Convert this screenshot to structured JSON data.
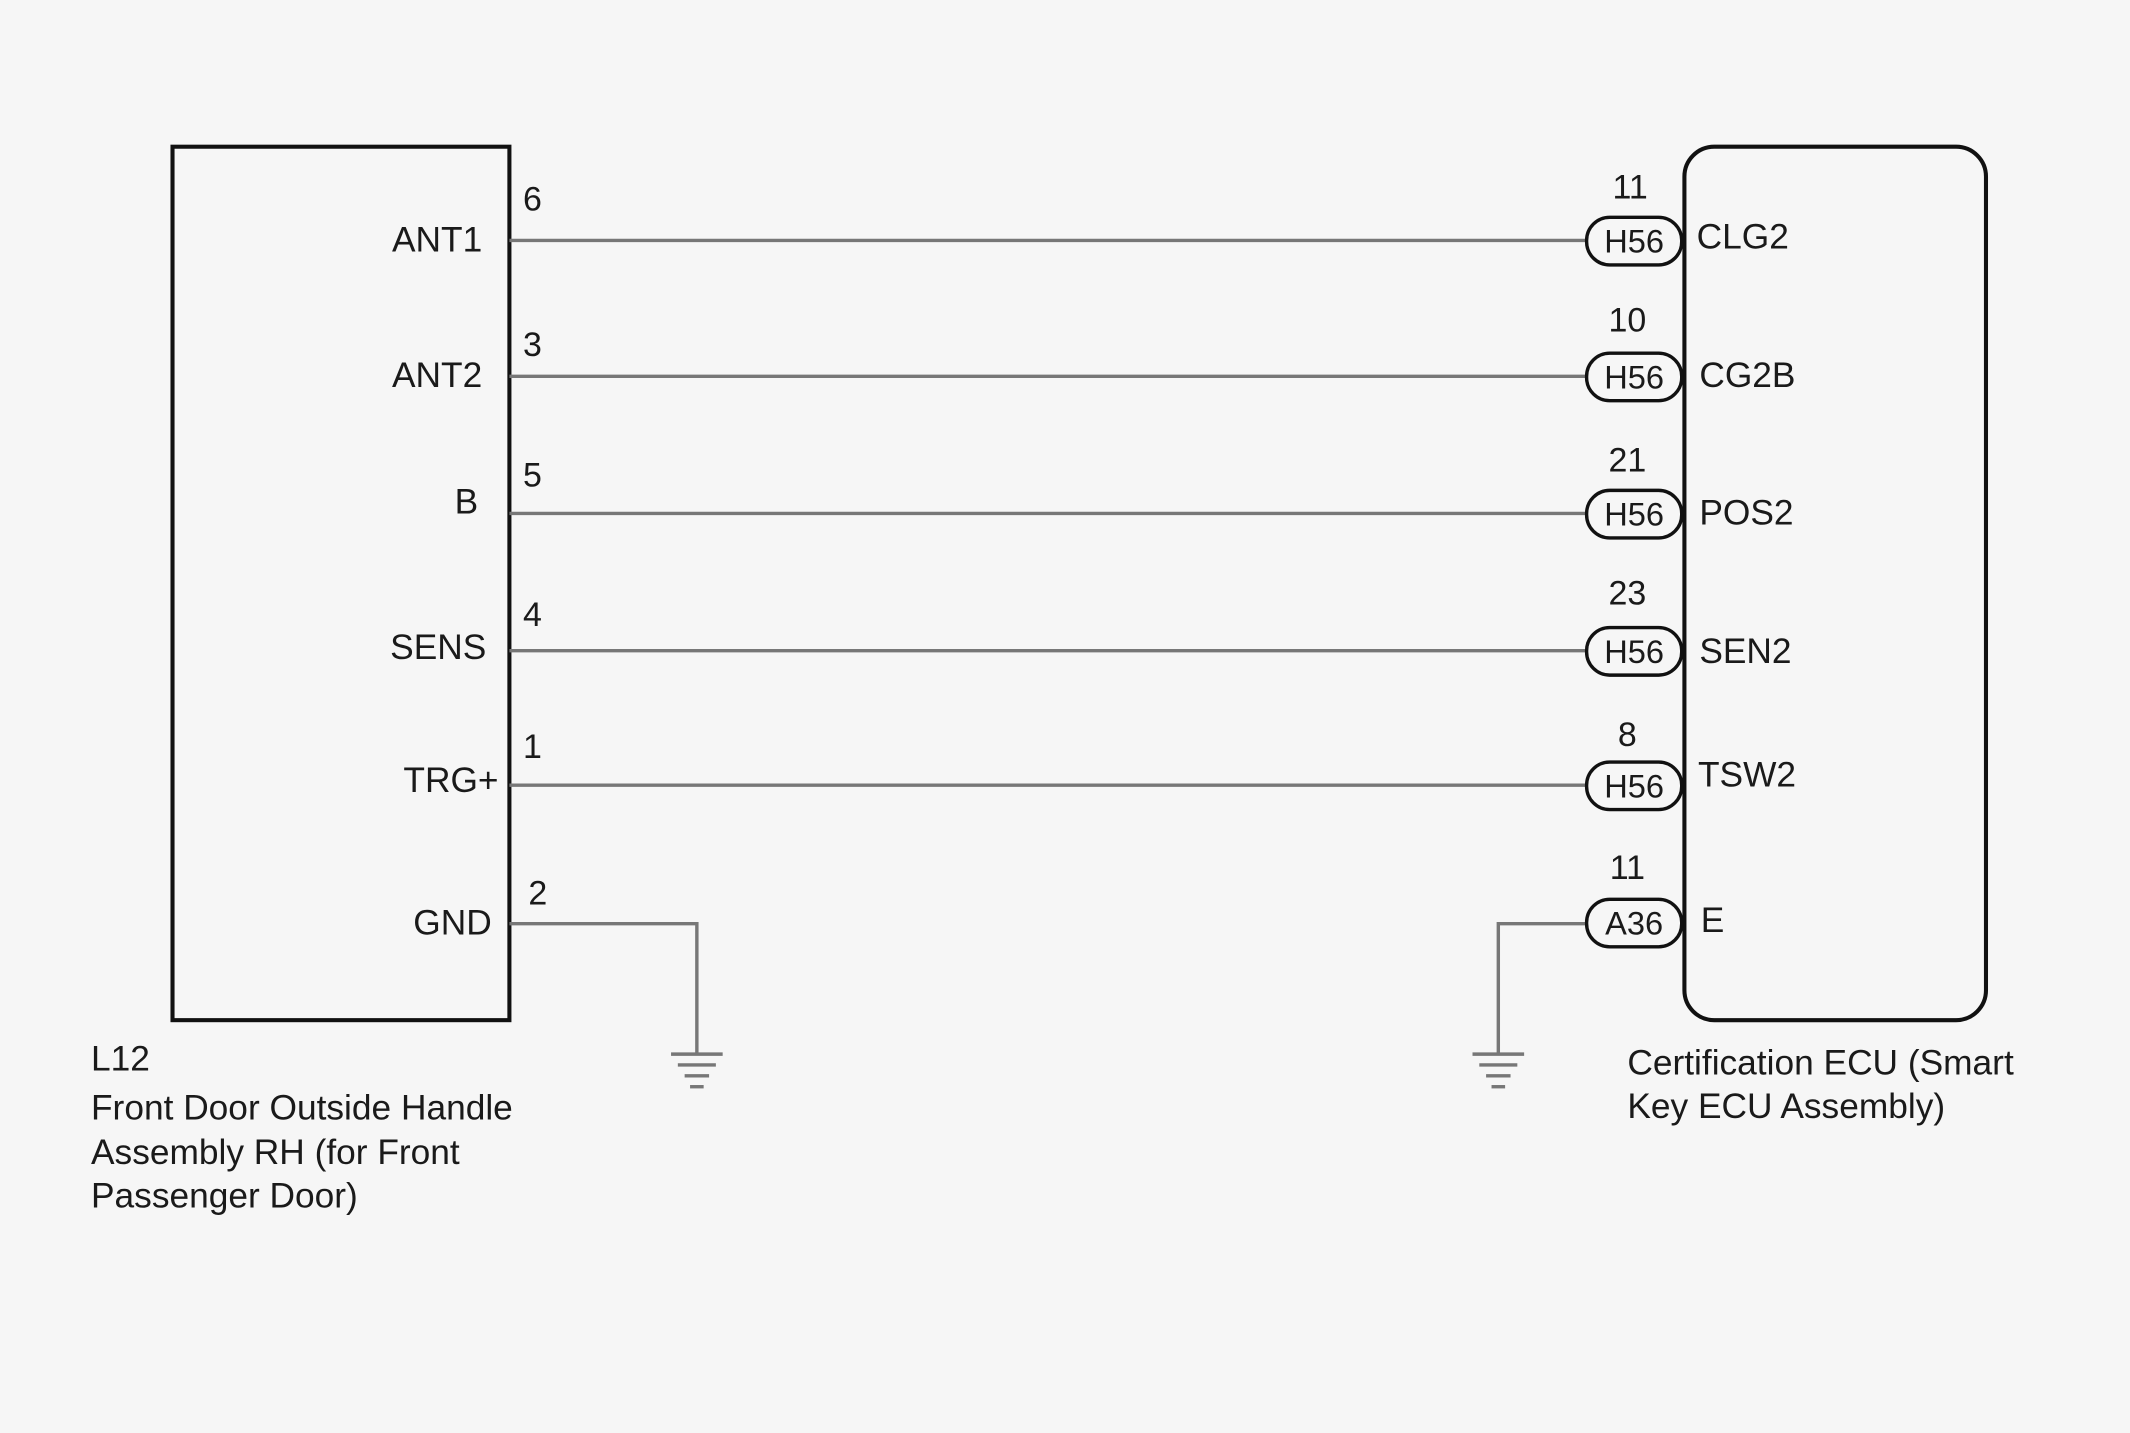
{
  "left_component": {
    "code": "L12",
    "caption_lines": [
      "Front Door Outside Handle",
      "Assembly RH (for Front",
      "Passenger Door)"
    ],
    "terminals": [
      {
        "signal": "ANT1",
        "pin": "6"
      },
      {
        "signal": "ANT2",
        "pin": "3"
      },
      {
        "signal": "B",
        "pin": "5"
      },
      {
        "signal": "SENS",
        "pin": "4"
      },
      {
        "signal": "TRG+",
        "pin": "1"
      },
      {
        "signal": "GND",
        "pin": "2"
      }
    ]
  },
  "right_component": {
    "caption_lines": [
      "Certification ECU (Smart",
      "Key ECU Assembly)"
    ],
    "terminals": [
      {
        "signal": "CLG2",
        "pin": "11",
        "connector": "H56"
      },
      {
        "signal": "CG2B",
        "pin": "10",
        "connector": "H56"
      },
      {
        "signal": "POS2",
        "pin": "21",
        "connector": "H56"
      },
      {
        "signal": "SEN2",
        "pin": "23",
        "connector": "H56"
      },
      {
        "signal": "TSW2",
        "pin": "8",
        "connector": "H56"
      },
      {
        "signal": "E",
        "pin": "11",
        "connector": "A36"
      }
    ]
  },
  "ground_icon": "ground-symbol"
}
